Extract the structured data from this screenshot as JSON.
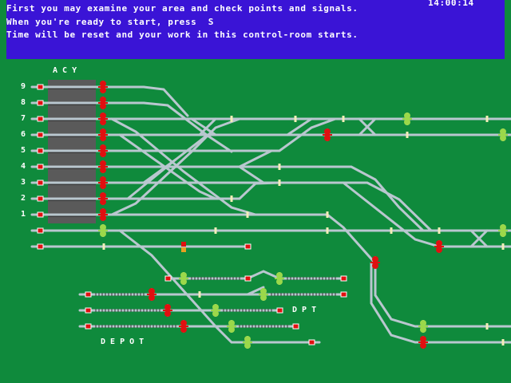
{
  "message": {
    "lines": [
      "First you may examine your area and check points and signals.",
      "When you're ready to start, press  S",
      "Time will be reset and your work in this control-room starts."
    ],
    "clock": "14:00:14"
  },
  "labels": {
    "yard": "A C Y",
    "dpt": "D P T",
    "depot": "D E P O T"
  },
  "track_numbers": [
    "9",
    "8",
    "7",
    "6",
    "5",
    "4",
    "3",
    "2",
    "1"
  ],
  "colors": {
    "background": "#0f8a3c",
    "message_bar": "#3a14d6",
    "track": "#b9c7cf",
    "signal_red": "#e01010",
    "signal_green": "#9bd84a",
    "buffer": "#e01010",
    "platform": "#5a5a5a"
  }
}
